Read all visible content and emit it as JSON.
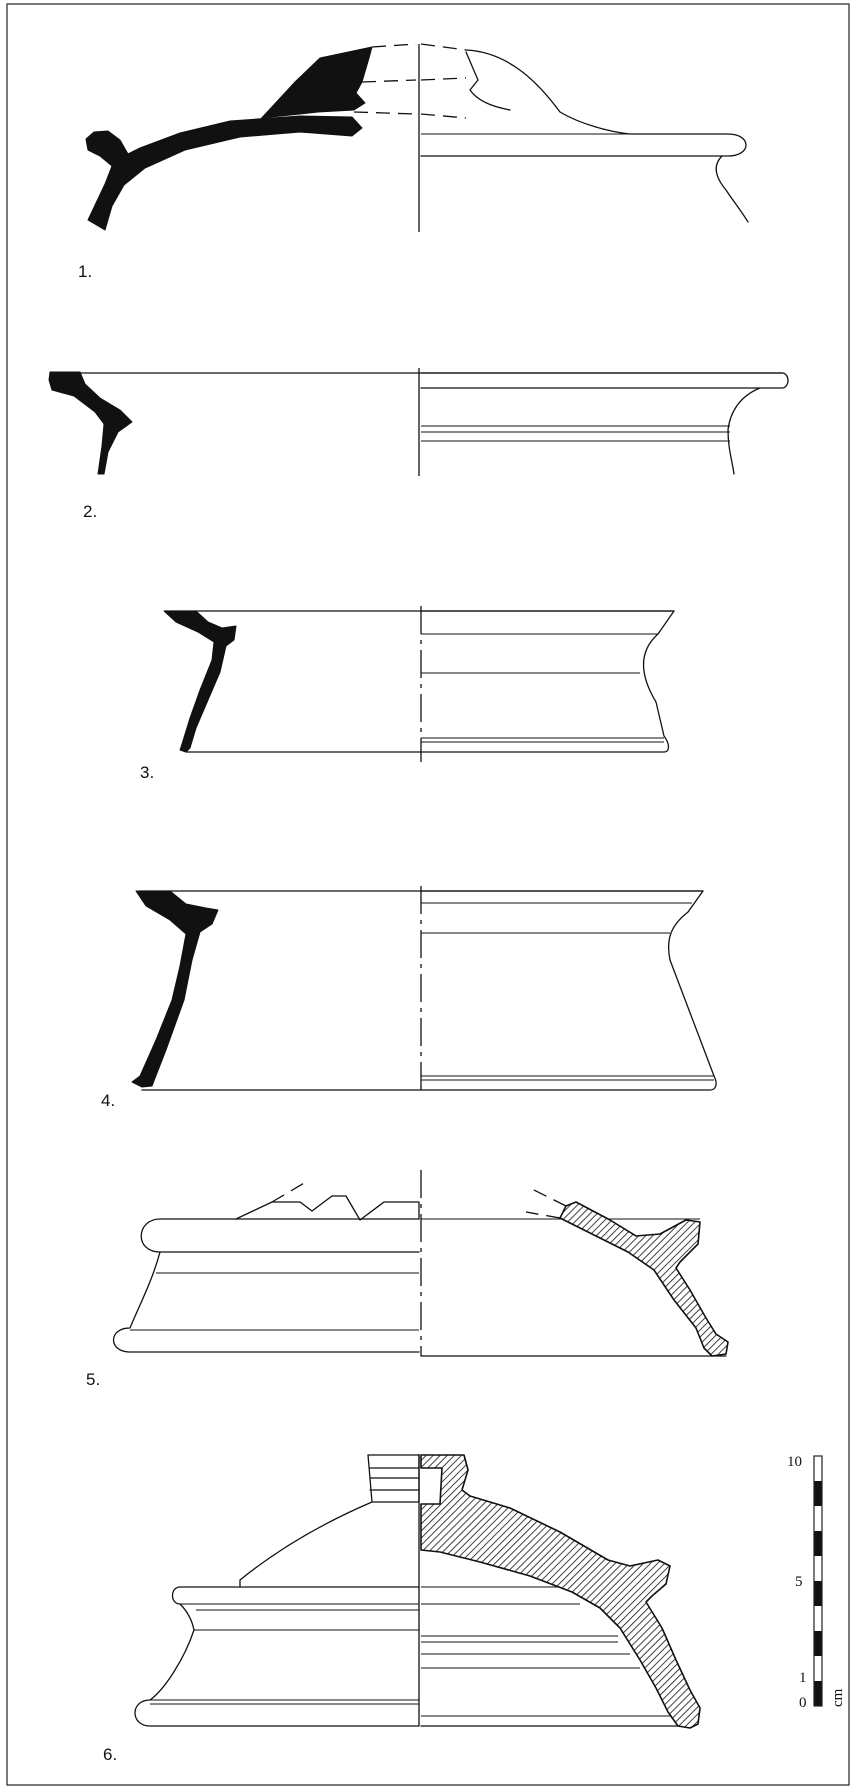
{
  "figure_labels": [
    "1.",
    "2.",
    "3.",
    "4.",
    "5.",
    "6."
  ],
  "scale_bar": {
    "unit": "cm",
    "ticks": [
      "10",
      "5",
      "1",
      "0"
    ],
    "segments": 10
  },
  "colors": {
    "ink": "#111111",
    "paper": "#ffffff"
  }
}
